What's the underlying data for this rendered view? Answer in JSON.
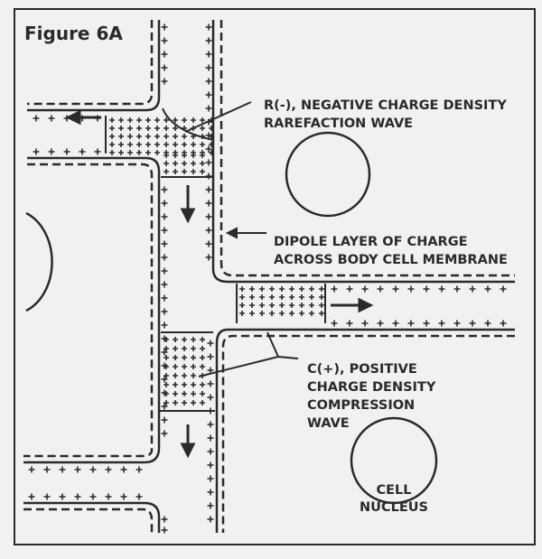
{
  "figure": {
    "title": "Figure 6A",
    "labels": {
      "rarefaction_line1": "R(-), NEGATIVE CHARGE DENSITY",
      "rarefaction_line2": "RAREFACTION WAVE",
      "dipole_line1": "DIPOLE LAYER OF CHARGE",
      "dipole_line2": "ACROSS BODY CELL MEMBRANE",
      "compression_line1": "C(+), POSITIVE",
      "compression_line2": "CHARGE DENSITY",
      "compression_line3": "COMPRESSION",
      "compression_line4": "WAVE",
      "nucleus_line1": "CELL",
      "nucleus_line2": "NUCLEUS"
    },
    "colors": {
      "ink": "#2a2a2a",
      "paper": "#f1f1ef"
    }
  }
}
